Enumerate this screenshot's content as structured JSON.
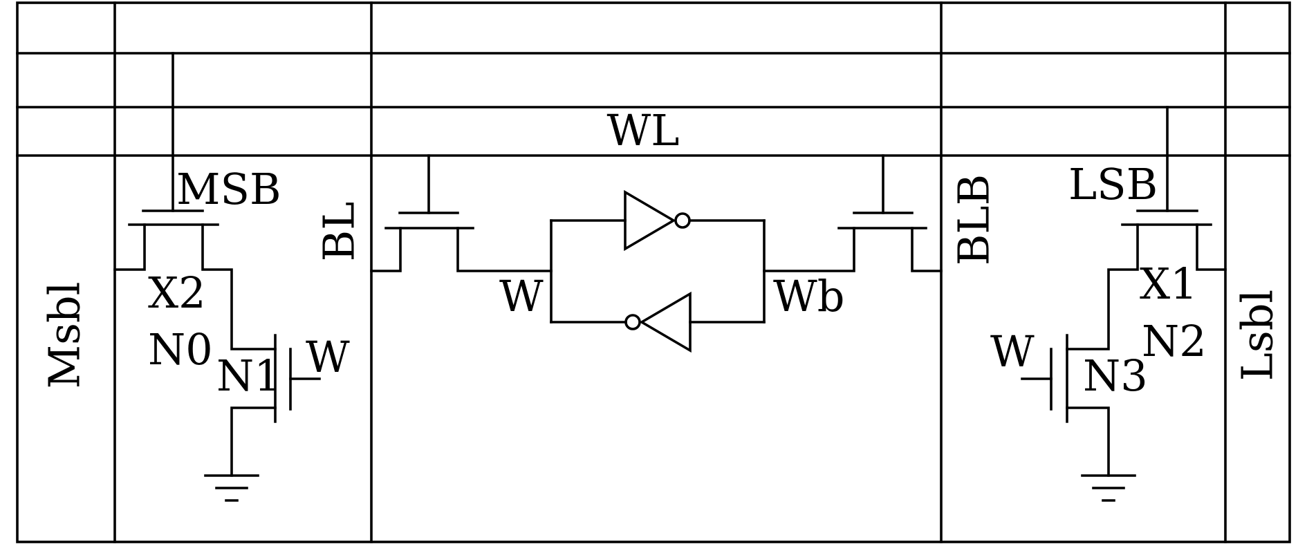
{
  "schematic": {
    "labels": {
      "msbl": "Msbl",
      "lsbl": "Lsbl",
      "wl": "WL",
      "bl": "BL",
      "blb": "BLB",
      "msb": "MSB",
      "lsb": "LSB",
      "x2": "X2",
      "n0": "N0",
      "n1": "N1",
      "w_left_gate": "W",
      "w_node": "W",
      "wb_node": "Wb",
      "x1": "X1",
      "n2": "N2",
      "n3": "N3",
      "w_right_gate": "W"
    }
  }
}
